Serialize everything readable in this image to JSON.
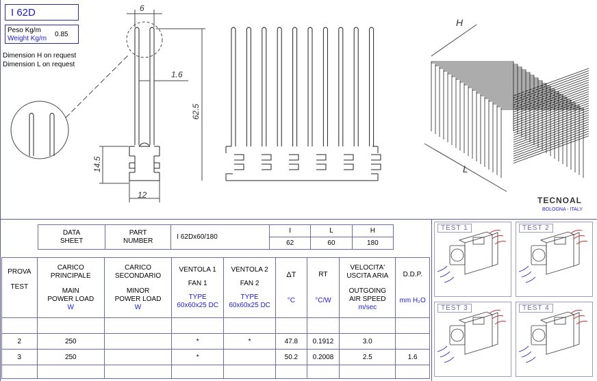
{
  "header": {
    "part_code": "I 62D",
    "weight_label_it": "Peso Kg/m",
    "weight_label_en": "Weight Kg/m",
    "weight_value": "0.85",
    "note_h": "Dimension H on request",
    "note_l": "Dimension L on request"
  },
  "dimensions": {
    "fin_pitch": "6",
    "fin_thickness": "1.6",
    "fin_height": "62.5",
    "base_height": "14.5",
    "base_width": "12",
    "iso_h": "H",
    "iso_l": "L"
  },
  "brand": {
    "name": "TECNOAL",
    "city": "BOLOGNA - ITALY"
  },
  "spec_table": {
    "data_sheet": [
      "DATA",
      "SHEET"
    ],
    "part_number_label": [
      "PART",
      "NUMBER"
    ],
    "part_number": "I 62Dx60/180",
    "dim_headers": [
      "I",
      "L",
      "H"
    ],
    "dim_values": [
      "62",
      "60",
      "180"
    ]
  },
  "test_table": {
    "headers": {
      "prova": "PROVA",
      "test": "TEST",
      "main_it": [
        "CARICO",
        "PRINCIPALE"
      ],
      "main_en": [
        "MAIN",
        "POWER LOAD"
      ],
      "main_unit": "W",
      "minor_it": [
        "CARICO",
        "SECONDARIO"
      ],
      "minor_en": [
        "MINOR",
        "POWER LOAD"
      ],
      "minor_unit": "W",
      "fan1_it": "VENTOLA 1",
      "fan1_en": "FAN 1",
      "fan1_type": "TYPE",
      "fan1_size": "60x60x25 DC",
      "fan2_it": "VENTOLA 2",
      "fan2_en": "FAN 2",
      "fan2_type": "TYPE",
      "fan2_size": "60x60x25 DC",
      "dt": "ΔT",
      "dt_unit": "°C",
      "rt": "RT",
      "rt_unit": "°C/W",
      "speed_it": [
        "VELOCITA'",
        "USCITA ARIA"
      ],
      "speed_en": [
        "OUTGOING",
        "AIR SPEED"
      ],
      "speed_unit": "m/sec",
      "ddp": "D.D.P.",
      "ddp_unit": "mm H₂O"
    },
    "rows": [
      {
        "test": "2",
        "main": "250",
        "minor": "",
        "fan1": "*",
        "fan2": "*",
        "dt": "47.8",
        "rt": "0.1912",
        "speed": "3.0",
        "ddp": ""
      },
      {
        "test": "3",
        "main": "250",
        "minor": "",
        "fan1": "*",
        "fan2": "",
        "dt": "50.2",
        "rt": "0.2008",
        "speed": "2.5",
        "ddp": "1.6"
      }
    ]
  },
  "tests": [
    "TEST 1",
    "TEST 2",
    "TEST 3",
    "TEST 4"
  ],
  "colors": {
    "frame": "#5a5aa0",
    "accent": "#1a1acc"
  }
}
